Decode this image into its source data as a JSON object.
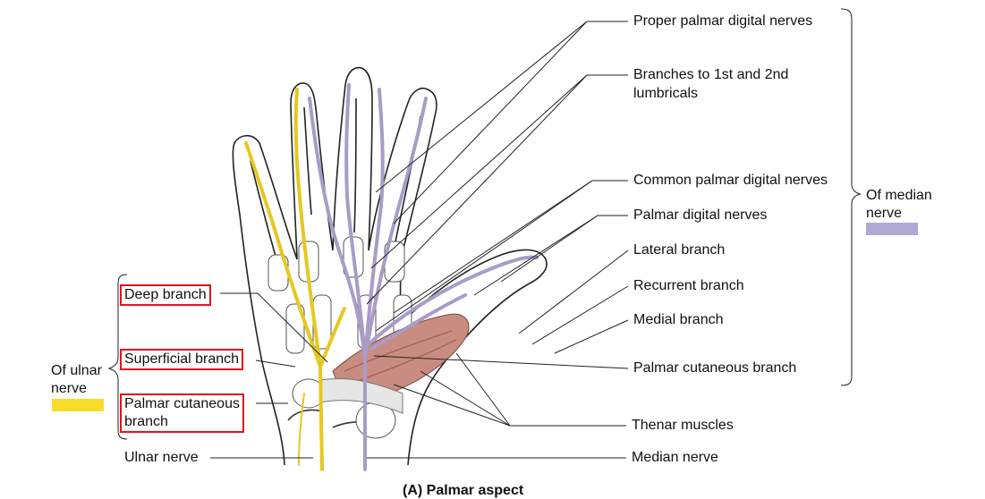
{
  "right_labels": {
    "proper_palmar_digital": "Proper palmar digital nerves",
    "branches_lumbricals_1": "Branches to 1st and 2nd",
    "branches_lumbricals_2": "lumbricals",
    "common_palmar_digital": "Common palmar digital nerves",
    "palmar_digital": "Palmar digital nerves",
    "lateral_branch": "Lateral branch",
    "recurrent_branch": "Recurrent branch",
    "medial_branch": "Medial branch",
    "palmar_cutaneous_branch": "Palmar cutaneous branch",
    "thenar_muscles": "Thenar muscles",
    "median_nerve": "Median nerve"
  },
  "median_group": {
    "line1": "Of median",
    "line2": "nerve",
    "color": "#b2a8d4"
  },
  "left_labels": {
    "deep_branch": "Deep branch",
    "superficial_branch": "Superficial branch",
    "palmar_cutaneous_1": "Palmar cutaneous",
    "palmar_cutaneous_2": "branch",
    "ulnar_nerve": "Ulnar nerve"
  },
  "ulnar_group": {
    "line1": "Of ulnar",
    "line2": "nerve",
    "color": "#f7dc2c"
  },
  "caption": "(A) Palmar aspect",
  "colors": {
    "median_nerve": "#a89cc8",
    "ulnar_nerve": "#e6c821",
    "muscle": "#c98c80",
    "highlight_box": "#e0141b"
  }
}
